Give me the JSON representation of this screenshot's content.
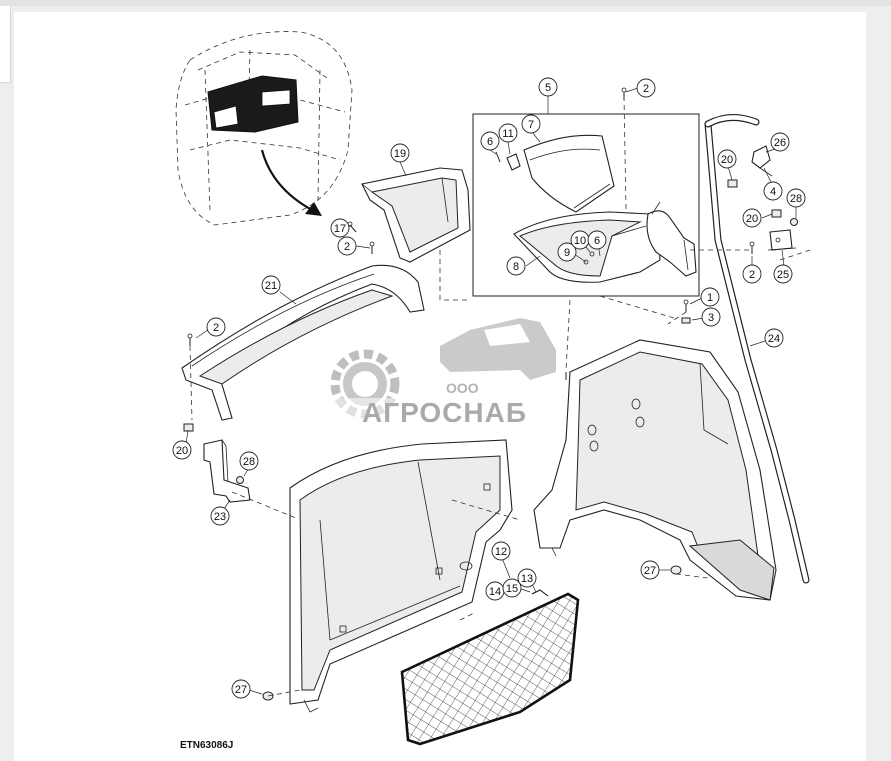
{
  "drawing": {
    "id": "ETN63086J"
  },
  "watermark": {
    "prefix": "ООО",
    "name": "АГРОСНАБ"
  },
  "callouts": [
    {
      "num": "1"
    },
    {
      "num": "2"
    },
    {
      "num": "2"
    },
    {
      "num": "2"
    },
    {
      "num": "2"
    },
    {
      "num": "3"
    },
    {
      "num": "4"
    },
    {
      "num": "5"
    },
    {
      "num": "6"
    },
    {
      "num": "6"
    },
    {
      "num": "7"
    },
    {
      "num": "8"
    },
    {
      "num": "9"
    },
    {
      "num": "10"
    },
    {
      "num": "11"
    },
    {
      "num": "12"
    },
    {
      "num": "13"
    },
    {
      "num": "14"
    },
    {
      "num": "15"
    },
    {
      "num": "17"
    },
    {
      "num": "19"
    },
    {
      "num": "20"
    },
    {
      "num": "20"
    },
    {
      "num": "20"
    },
    {
      "num": "21"
    },
    {
      "num": "23"
    },
    {
      "num": "24"
    },
    {
      "num": "25"
    },
    {
      "num": "26"
    },
    {
      "num": "27"
    },
    {
      "num": "27"
    },
    {
      "num": "28"
    },
    {
      "num": "28"
    }
  ]
}
